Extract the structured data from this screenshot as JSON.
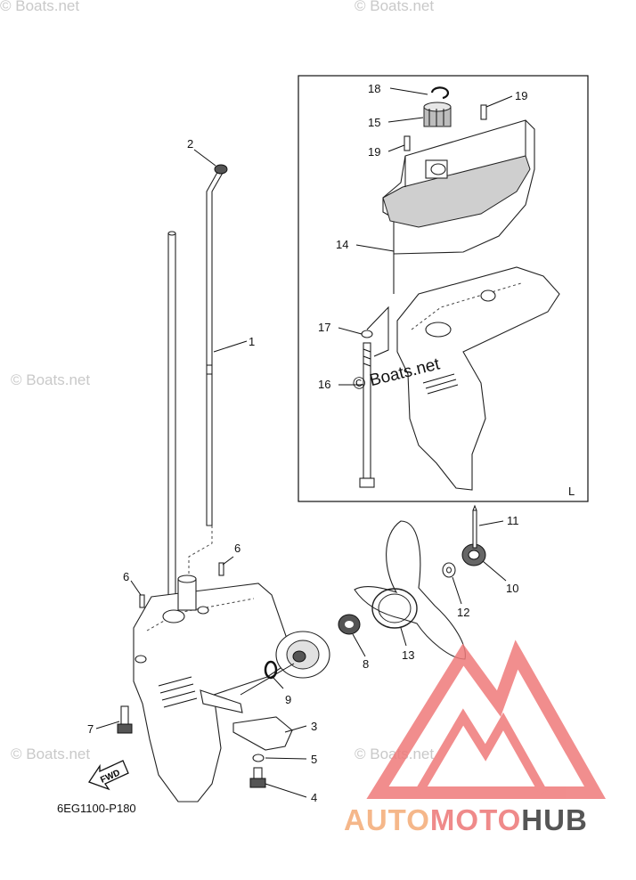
{
  "diagram_code": "6EG1100-P180",
  "inset_letter": "L",
  "fwd_label": "FWD",
  "callouts": [
    {
      "id": "1",
      "text": "1"
    },
    {
      "id": "2",
      "text": "2"
    },
    {
      "id": "3",
      "text": "3"
    },
    {
      "id": "4",
      "text": "4"
    },
    {
      "id": "5",
      "text": "5"
    },
    {
      "id": "6a",
      "text": "6"
    },
    {
      "id": "6b",
      "text": "6"
    },
    {
      "id": "7",
      "text": "7"
    },
    {
      "id": "8",
      "text": "8"
    },
    {
      "id": "9",
      "text": "9"
    },
    {
      "id": "10",
      "text": "10"
    },
    {
      "id": "11",
      "text": "11"
    },
    {
      "id": "12",
      "text": "12"
    },
    {
      "id": "13",
      "text": "13"
    },
    {
      "id": "14",
      "text": "14"
    },
    {
      "id": "15",
      "text": "15"
    },
    {
      "id": "16",
      "text": "16"
    },
    {
      "id": "17",
      "text": "17"
    },
    {
      "id": "18",
      "text": "18"
    },
    {
      "id": "19a",
      "text": "19"
    },
    {
      "id": "19b",
      "text": "19"
    }
  ],
  "watermark": "© Boats.net",
  "logo": {
    "part1": "AUTO",
    "part2": "MOTO",
    "part3": "HUB",
    "colors": {
      "part1": "#f5b78a",
      "part2": "#ef8a8a",
      "part3": "#555555",
      "mark": "#ef7a7a"
    }
  }
}
